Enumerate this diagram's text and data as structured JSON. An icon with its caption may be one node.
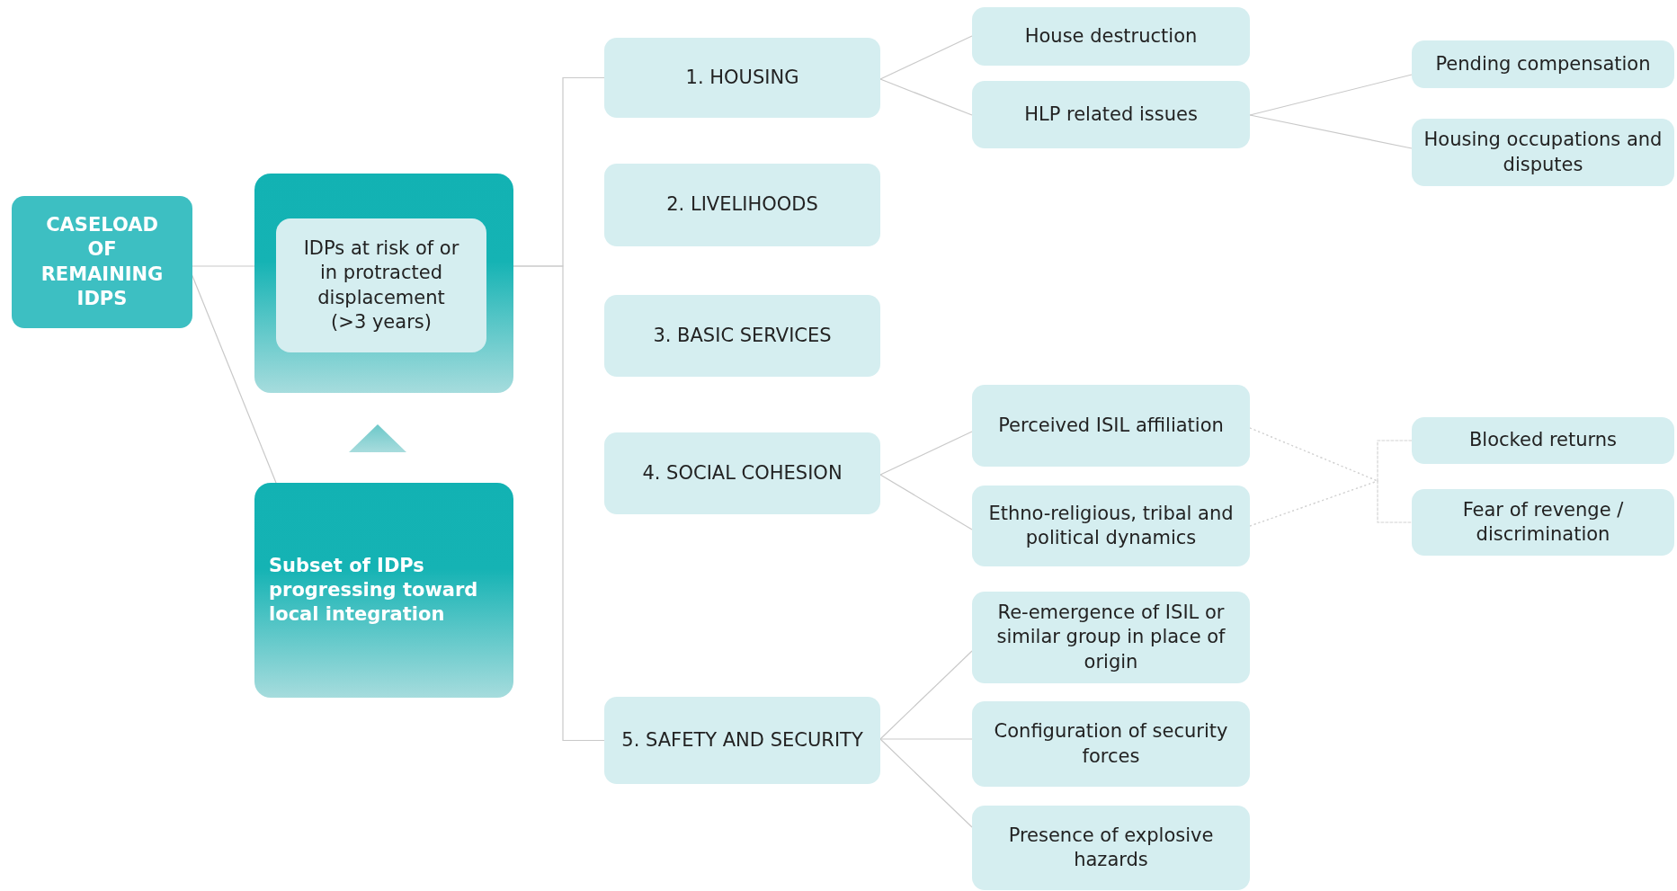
{
  "diagram": {
    "nodes": [
      {
        "text": [
          "CASELOAD OF REMAINING IDPS"
        ]
      },
      {
        "text": [],
        "shape": "box"
      },
      {
        "text": [
          "IDPs at risk of or in protracted displacement (>3 years)"
        ],
        "in": 1
      },
      {
        "text": [
          "Subset of IDPs progressing toward local integration"
        ]
      },
      {
        "text": [
          "1. HOUSING"
        ]
      },
      {
        "text": [
          "2. LIVELIHOODS"
        ]
      },
      {
        "text": [
          "3. BASIC SERVICES"
        ]
      },
      {
        "text": [
          "4. SOCIAL COHESION"
        ]
      },
      {
        "text": [
          "5. SAFETY AND SECURITY"
        ]
      },
      {
        "text": [
          "House destruction"
        ]
      },
      {
        "text": [
          "HLP related issues"
        ]
      },
      {
        "text": [
          "Pending compensation"
        ]
      },
      {
        "text": [
          "Housing occupations and disputes"
        ]
      },
      {
        "text": [
          "Perceived ISIL affiliation"
        ]
      },
      {
        "text": [
          "Ethno-religious, tribal and political dynamics"
        ]
      },
      {
        "text": [
          "Blocked returns"
        ]
      },
      {
        "text": [
          "Fear of revenge / discrimination"
        ]
      },
      {
        "text": [
          "Re-emergence of ISIL or similar group in place of origin"
        ]
      },
      {
        "text": [
          "Configuration of security forces"
        ]
      },
      {
        "text": [
          "Presence of explosive hazards"
        ]
      }
    ],
    "edges": [
      {
        "from": 0,
        "to": 1,
        "arrow": "none"
      },
      {
        "from": 0,
        "to": 3,
        "arrow": "none"
      },
      {
        "from": 3,
        "to": 1,
        "arrow": "to"
      },
      {
        "from": 1,
        "to": 4,
        "arrow": "none"
      },
      {
        "from": 1,
        "to": 8,
        "arrow": "none"
      },
      {
        "from": 4,
        "to": 9,
        "arrow": "none"
      },
      {
        "from": 4,
        "to": 10,
        "arrow": "none"
      },
      {
        "from": 10,
        "to": 11,
        "arrow": "none"
      },
      {
        "from": 10,
        "to": 12,
        "arrow": "none"
      },
      {
        "from": 7,
        "to": 13,
        "arrow": "none"
      },
      {
        "from": 7,
        "to": 14,
        "arrow": "none"
      },
      {
        "from": 13,
        "to": 15,
        "arrow": "none",
        "style": "dashed"
      },
      {
        "from": 13,
        "to": 16,
        "arrow": "none",
        "style": "dashed"
      },
      {
        "from": 14,
        "to": 15,
        "arrow": "none",
        "style": "dashed"
      },
      {
        "from": 14,
        "to": 16,
        "arrow": "none",
        "style": "dashed"
      },
      {
        "from": 8,
        "to": 17,
        "arrow": "none"
      },
      {
        "from": 8,
        "to": 18,
        "arrow": "none"
      },
      {
        "from": 8,
        "to": 19,
        "arrow": "none"
      }
    ]
  }
}
